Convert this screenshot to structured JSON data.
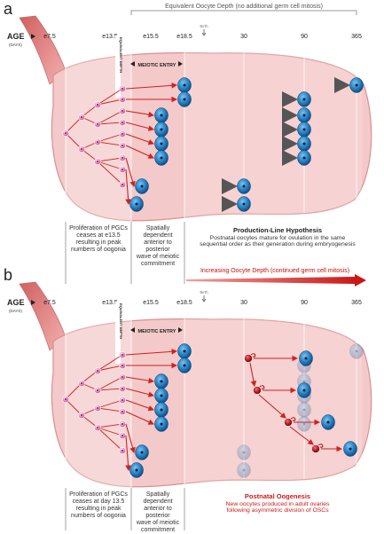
{
  "panel_a": {
    "letter": "a",
    "header": "Equivalent Oocyte Depth (no additional germ cell mitosis)",
    "age_label": "AGE",
    "age_unit": "(DAYS)",
    "ticks": [
      "e7.5",
      "e13.5",
      "e15.5",
      "e18.5",
      "30",
      "90",
      "365"
    ],
    "birth_label": "Birth",
    "meiotic_entry": "MEIOTIC ENTRY",
    "equivalent_depth": "EQUIVALENT DEPTH",
    "caption1": [
      "Proliferation of PGCs",
      "ceases at e13.5",
      "resulting in peak",
      "numbers of oogonia"
    ],
    "caption2": [
      "Spatially dependent",
      "anterior to posterior",
      "wave of meiotic",
      "commitment"
    ],
    "caption3_title": "Production-Line Hypothesis",
    "caption3": [
      "Postnatal oocytes mature for ovulation in the same",
      "sequential order as their generation during embryogenesis"
    ]
  },
  "panel_b": {
    "letter": "b",
    "header": "Increasing Oocyte Depth (continued germ cell mitosis)",
    "age_label": "AGE",
    "age_unit": "(DAYS)",
    "ticks": [
      "e7.5",
      "e13.5",
      "e15.5",
      "e18.5",
      "30",
      "90",
      "365"
    ],
    "birth_label": "Birth",
    "meiotic_entry": "MEIOTIC ENTRY",
    "equivalent_depth": "EQUIVALENT DEPTH",
    "caption1": [
      "Proliferation of PGCs",
      "ceases at day 13.5",
      "resulting in peak",
      "numbers of oogonia"
    ],
    "caption2": [
      "Spatially dependent",
      "anterior to posterior",
      "wave of meiotic",
      "commitment"
    ],
    "caption3_title": "Postnatal Oogenesis",
    "caption3": [
      "New oocytes produced in adult ovaries",
      "following asymmetric division of OSCs"
    ]
  },
  "colors": {
    "ovary_fill": "#f4c9c9",
    "ovary_stroke": "#d9908f",
    "oocyte": "#2b86c7",
    "pgc": "#e080b8",
    "arrow_red": "#d22020",
    "osc": "#b01a22",
    "caption_red": "#d01818"
  }
}
